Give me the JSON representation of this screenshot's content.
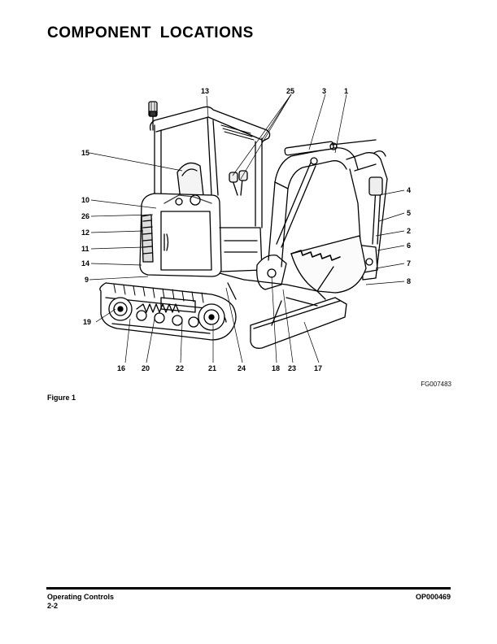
{
  "page": {
    "title": "COMPONENT  LOCATIONS"
  },
  "figure": {
    "code": "FG007483",
    "caption": "Figure  1",
    "callouts": {
      "c13": "13",
      "c25": "25",
      "c3": "3",
      "c1": "1",
      "c15": "15",
      "c10": "10",
      "c26": "26",
      "c12": "12",
      "c11": "11",
      "c14": "14",
      "c9": "9",
      "c19": "19",
      "c4": "4",
      "c5": "5",
      "c2": "2",
      "c6": "6",
      "c7": "7",
      "c8": "8",
      "c16": "16",
      "c20": "20",
      "c22": "22",
      "c21": "21",
      "c24": "24",
      "c18": "18",
      "c23": "23",
      "c17": "17"
    }
  },
  "footer": {
    "section": "Operating  Controls",
    "page_number": "2-2",
    "doc_id": "OP000469"
  }
}
